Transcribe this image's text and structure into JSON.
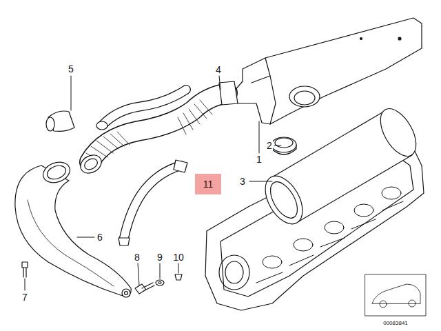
{
  "diagram": {
    "nodes": [
      {
        "text": [
          "11"
        ]
      }
    ],
    "labels": [
      "5",
      "4",
      "2",
      "1",
      "3",
      "6",
      "7",
      "8",
      "9",
      "10",
      "00083841"
    ]
  }
}
